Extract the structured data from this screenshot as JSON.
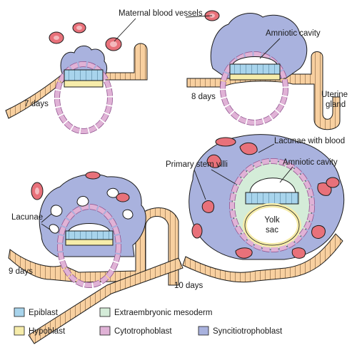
{
  "labels": {
    "maternal_blood_vessels": "Maternal blood vessels",
    "amniotic_cavity_8": "Amniotic cavity",
    "uterine_gland_line1": "Uterine",
    "uterine_gland_line2": "gland",
    "day7": "7 days",
    "day8": "8 days",
    "day9": "9 days",
    "day10": "10 days",
    "lacunae": "Lacunae",
    "lacunae_with_blood": "Lacunae with blood",
    "amniotic_cavity_10": "Amniotic cavity",
    "primary_stem_villi": "Primary stem villi",
    "yolk_sac_line1": "Yolk",
    "yolk_sac_line2": "sac"
  },
  "legend": [
    {
      "label": "Epiblast",
      "color": "#a8d4ec"
    },
    {
      "label": "Extraembryonic mesoderm",
      "color": "#d4ecd8"
    },
    {
      "label": "Syncitiotrophoblast",
      "color": "#a9b2de"
    },
    {
      "label": "Hypoblast",
      "color": "#f6ecaa"
    },
    {
      "label": "Cytotrophoblast",
      "color": "#e0b2d6"
    }
  ],
  "colors": {
    "epiblast": "#a8d4ec",
    "hypoblast": "#f6ecaa",
    "cytotrophoblast": "#e0b2d6",
    "cytotrophoblast_edge": "#8c4f8c",
    "syncitiotrophoblast": "#a9b2de",
    "extraembryonic_mesoderm": "#d4ecd8",
    "endometrium": "#f8d0a0",
    "maternal_blood": "#e8717a",
    "maternal_blood_inner": "#f3b9bd",
    "lacuna": "#ffffff"
  }
}
